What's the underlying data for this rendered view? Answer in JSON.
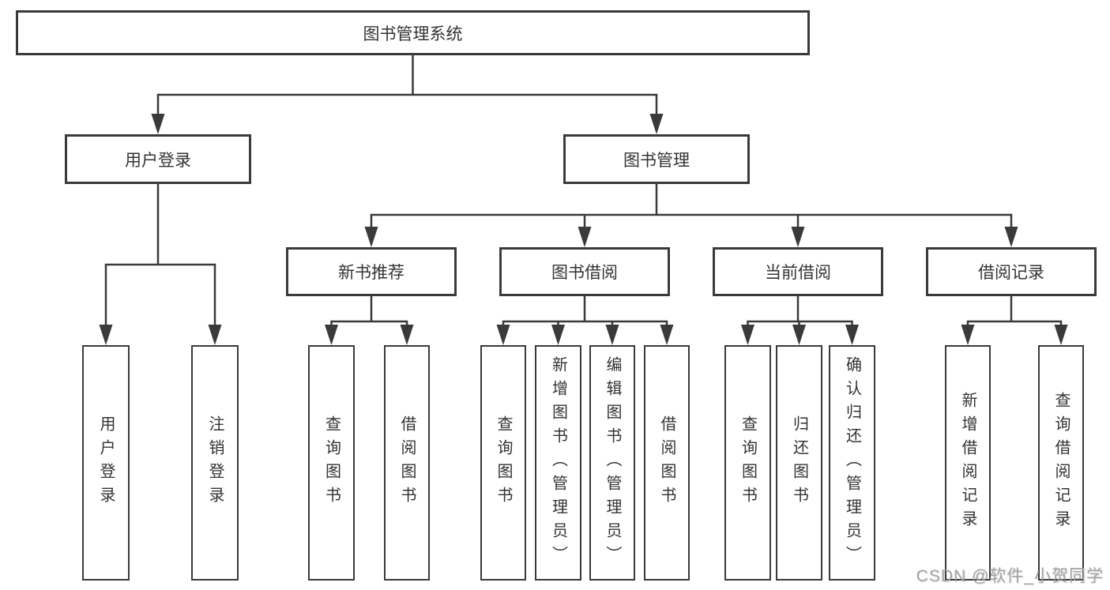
{
  "diagram": {
    "root": {
      "label": "图书管理系统",
      "children": [
        {
          "label": "用户登录",
          "children": [
            {
              "label": "用户登录"
            },
            {
              "label": "注销登录"
            }
          ]
        },
        {
          "label": "图书管理",
          "children": [
            {
              "label": "新书推荐",
              "children": [
                {
                  "label": "查询图书"
                },
                {
                  "label": "借阅图书"
                }
              ]
            },
            {
              "label": "图书借阅",
              "children": [
                {
                  "label": "查询图书"
                },
                {
                  "label": "新增图书（管理员）"
                },
                {
                  "label": "编辑图书（管理员）"
                },
                {
                  "label": "借阅图书"
                }
              ]
            },
            {
              "label": "当前借阅",
              "children": [
                {
                  "label": "查询图书"
                },
                {
                  "label": "归还图书"
                },
                {
                  "label": "确认归还（管理员）"
                }
              ]
            },
            {
              "label": "借阅记录",
              "children": [
                {
                  "label": "新增借阅记录"
                },
                {
                  "label": "查询借阅记录"
                }
              ]
            }
          ]
        }
      ]
    }
  },
  "watermark": "CSDN @软件_小贺同学",
  "colors": {
    "line": "#3a3a3a",
    "text": "#333333",
    "watermark": "#a3a3a3",
    "background": "#ffffff"
  }
}
